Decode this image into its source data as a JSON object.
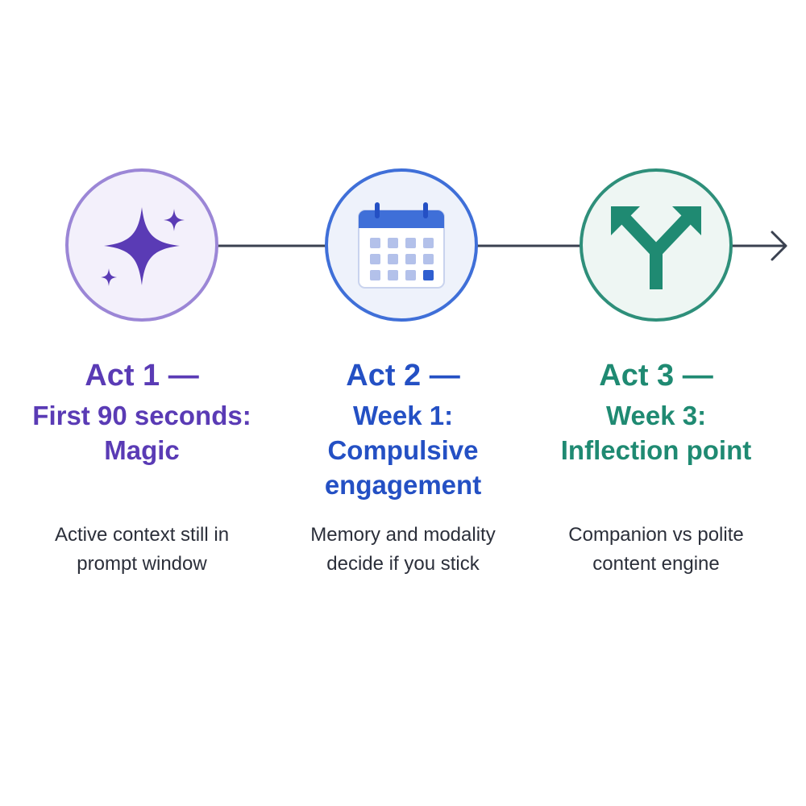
{
  "acts": [
    {
      "title": "Act 1 —",
      "subtitle_lines": [
        "First 90 seconds:",
        "Magic"
      ],
      "description_lines": [
        "Active context still in",
        "prompt window"
      ],
      "icon": "sparkle-icon",
      "color": "#5a3bb5"
    },
    {
      "title": "Act 2 —",
      "subtitle_lines": [
        "Week 1:",
        "Compulsive",
        "engagement"
      ],
      "description_lines": [
        "Memory and modality",
        "decide if you stick"
      ],
      "icon": "calendar-icon",
      "color": "#2450c4"
    },
    {
      "title": "Act 3 —",
      "subtitle_lines": [
        "Week 3:",
        "Inflection point"
      ],
      "description_lines": [
        "Companion vs polite",
        "content engine"
      ],
      "icon": "fork-arrow-icon",
      "color": "#1f8a72"
    }
  ]
}
